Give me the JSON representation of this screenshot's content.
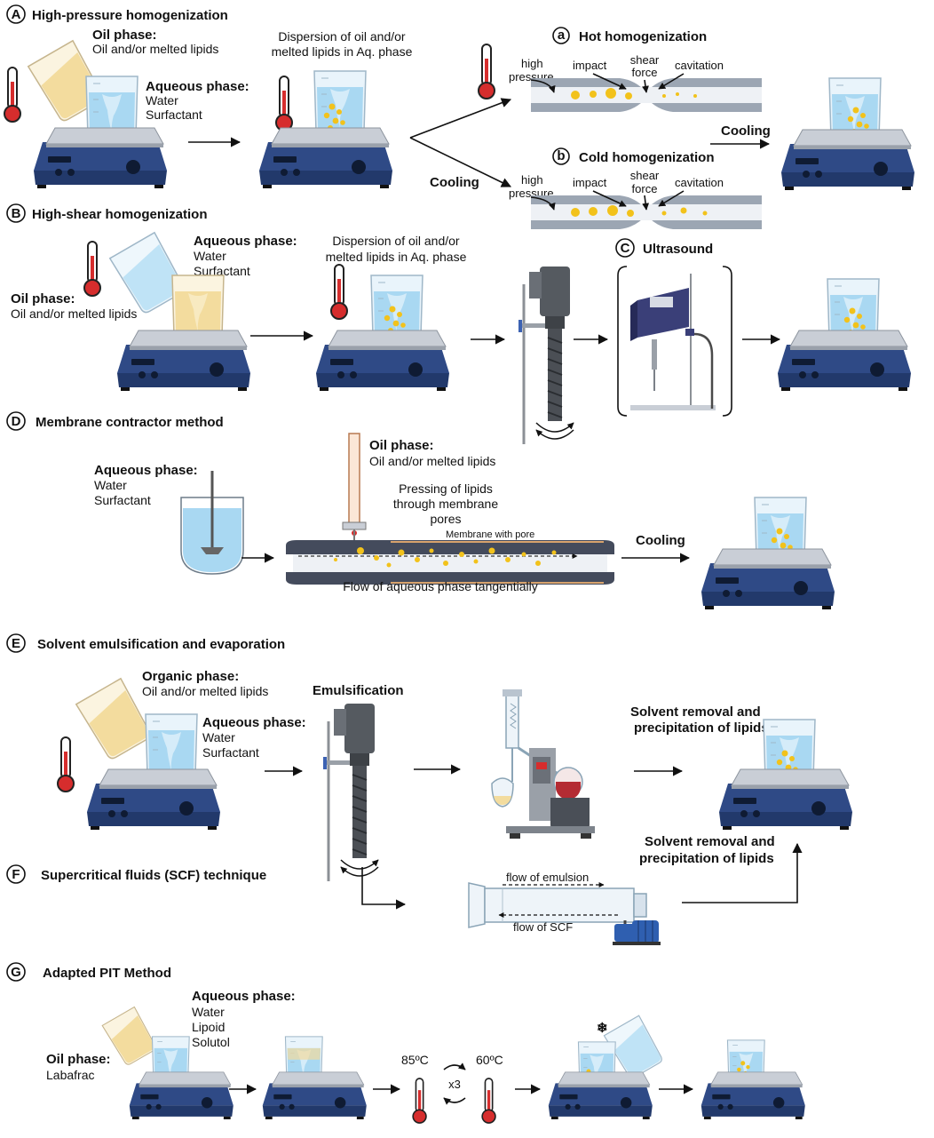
{
  "panels": {
    "A": {
      "letter": "A",
      "title": "High-pressure homogenization",
      "oil_title": "Oil phase:",
      "oil_text": "Oil and/or melted lipids",
      "aq_title": "Aqueous phase:",
      "aq_line1": "Water",
      "aq_line2": "Surfactant",
      "dispersion_line1": "Dispersion of oil and/or",
      "dispersion_line2": "melted lipids in Aq. phase",
      "cooling_left": "Cooling",
      "cooling_right": "Cooling",
      "sub_a": {
        "letter": "a",
        "title": "Hot homogenization",
        "high": "high",
        "pressure": "pressure",
        "impact": "impact",
        "shear1": "shear",
        "shear2": "force",
        "cavitation": "cavitation"
      },
      "sub_b": {
        "letter": "b",
        "title": "Cold homogenization",
        "high": "high",
        "pressure": "pressure",
        "impact": "impact",
        "shear1": "shear",
        "shear2": "force",
        "cavitation": "cavitation"
      }
    },
    "B": {
      "letter": "B",
      "title": "High-shear homogenization",
      "aq_title": "Aqueous phase:",
      "aq_line1": "Water",
      "aq_line2": "Surfactant",
      "oil_title": "Oil phase:",
      "oil_text": "Oil and/or melted lipids",
      "dispersion_line1": "Dispersion of oil and/or",
      "dispersion_line2": "melted lipids in Aq. phase"
    },
    "C": {
      "letter": "C",
      "title": "Ultrasound"
    },
    "D": {
      "letter": "D",
      "title": "Membrane contractor method",
      "aq_title": "Aqueous phase:",
      "aq_line1": "Water",
      "aq_line2": "Surfactant",
      "oil_title": "Oil phase:",
      "oil_text": "Oil and/or melted lipids",
      "pressing1": "Pressing of lipids",
      "pressing2": "through membrane",
      "pressing3": "pores",
      "membrane": "Membrane with pore",
      "flow": "Flow of aqueous phase tangentially",
      "cooling": "Cooling"
    },
    "E": {
      "letter": "E",
      "title": "Solvent emulsification and evaporation",
      "org_title": "Organic phase:",
      "org_text": "Oil and/or melted lipids",
      "aq_title": "Aqueous phase:",
      "aq_line1": "Water",
      "aq_line2": "Surfactant",
      "emulsification": "Emulsification",
      "removal1": "Solvent removal and",
      "removal2": "precipitation of lipids"
    },
    "F": {
      "letter": "F",
      "title": "Supercritical fluids (SCF) technique",
      "removal1": "Solvent removal and",
      "removal2": "precipitation of  lipids",
      "flow_emulsion": "flow of emulsion",
      "flow_scf": "flow of SCF"
    },
    "G": {
      "letter": "G",
      "title": "Adapted PIT Method",
      "aq_title": "Aqueous  phase:",
      "aq_line1": "Water",
      "aq_line2": "Lipoid",
      "aq_line3": "Solutol",
      "oil_title": "Oil phase:",
      "oil_text": "Labafrac",
      "temp_hot": "85ºC",
      "temp_cold": "60ºC",
      "cycles": "x3"
    }
  },
  "colors": {
    "stirrer_body": "#2f4a86",
    "stirrer_top": "#c9ced6",
    "water": "#a9d8f2",
    "oil": "#f3dc9e",
    "droplet": "#f2c21b",
    "thermo_red": "#d62d2d",
    "homogenizer": "#555a60"
  }
}
